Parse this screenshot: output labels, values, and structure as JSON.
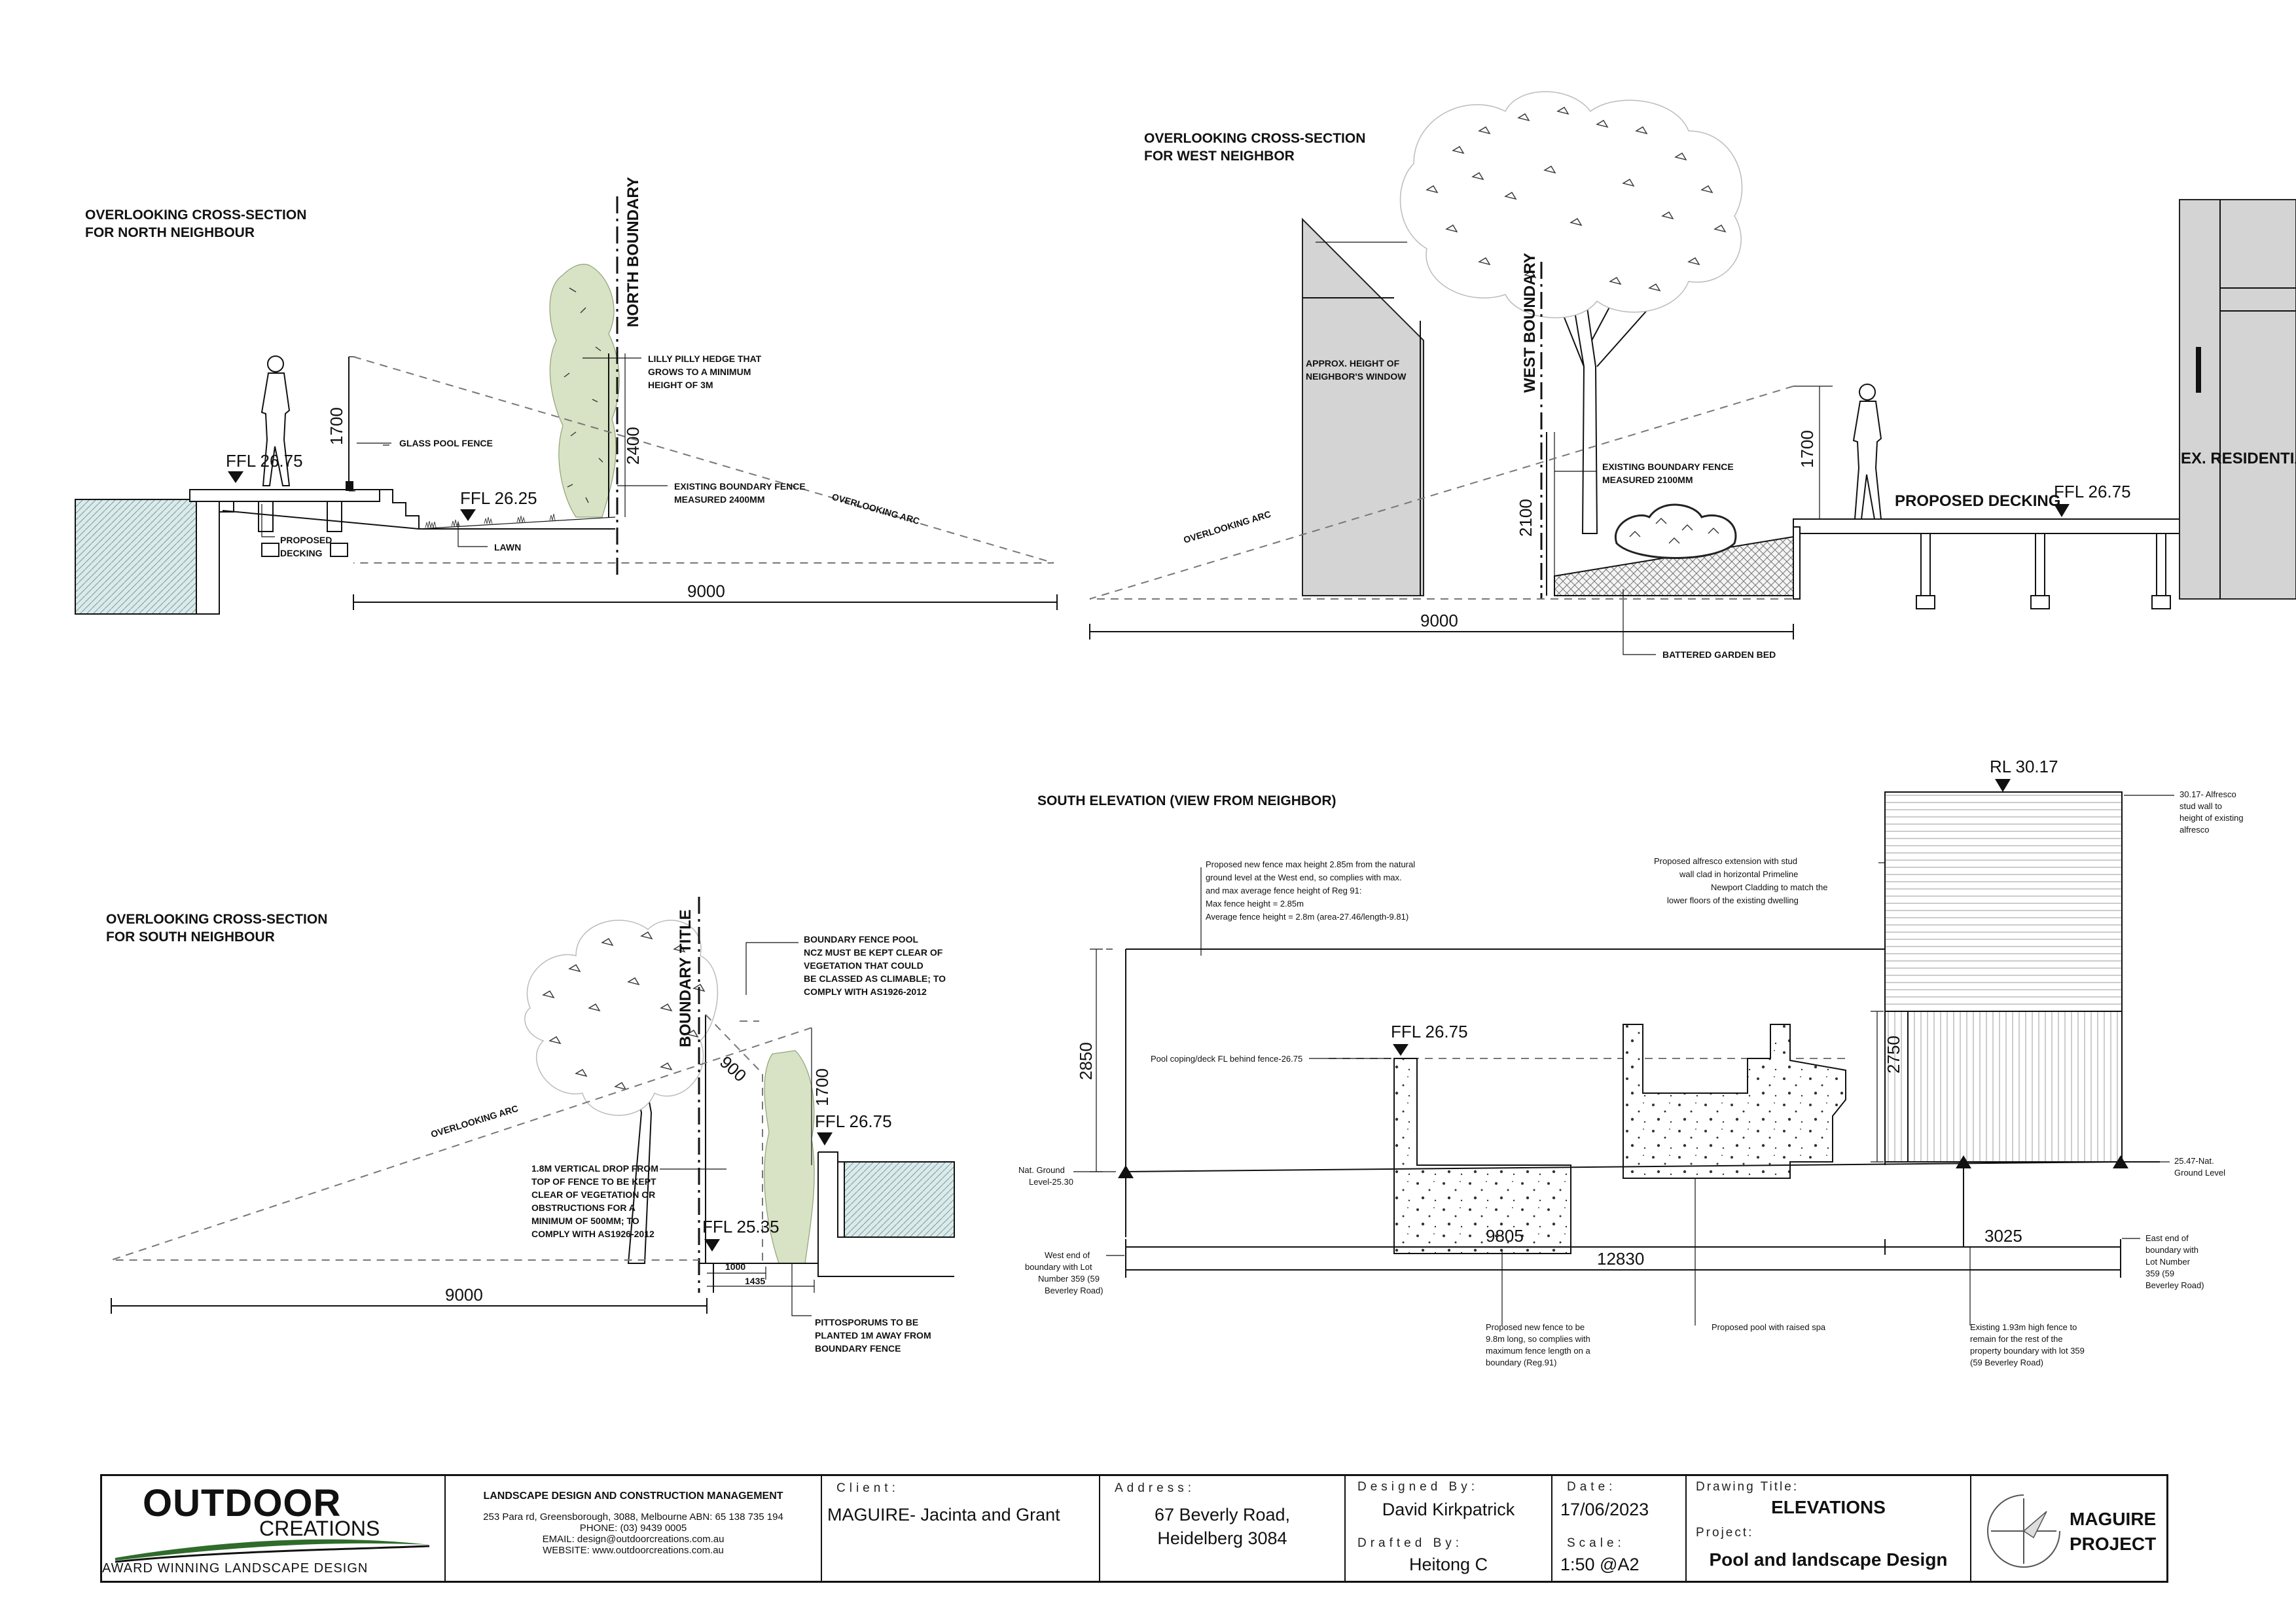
{
  "sections": {
    "north": {
      "title_line1": "OVERLOOKING CROSS-SECTION",
      "title_line2": "FOR NORTH NEIGHBOUR",
      "boundary_label": "NORTH BOUNDARY",
      "ffl_deck": "FFL 26.75",
      "ffl_lawn": "FFL 26.25",
      "dim_person": "1700",
      "dim_fence": "2400",
      "dim_total": "9000",
      "note_hedge": [
        "LILLY PILLY HEDGE THAT",
        "GROWS TO A MINIMUM",
        "HEIGHT OF 3M"
      ],
      "note_glass": "GLASS POOL FENCE",
      "note_fence": [
        "EXISTING BOUNDARY FENCE",
        "MEASURED 2400MM"
      ],
      "note_decking": [
        "PROPOSED",
        "DECKING"
      ],
      "note_lawn": "LAWN",
      "arc_label": "OVERLOOKING ARC"
    },
    "west": {
      "title_line1": "OVERLOOKING CROSS-SECTION",
      "title_line2": "FOR WEST NEIGHBOR",
      "boundary_label": "WEST BOUNDARY",
      "window_note": [
        "APPROX. HEIGHT OF",
        "NEIGHBOR'S WINDOW"
      ],
      "fence_note": [
        "EXISTING BOUNDARY FENCE",
        "MEASURED 2100MM"
      ],
      "dim_fence": "2100",
      "dim_person": "1700",
      "decking_label": "PROPOSED DECKING",
      "ffl": "FFL 26.75",
      "residential_label": "EX. RESIDENTIAL",
      "arc_label": "OVERLOOKING ARC",
      "dim_total": "9000",
      "garden_note": "BATTERED GARDEN BED"
    },
    "south": {
      "title_line1": "OVERLOOKING CROSS-SECTION",
      "title_line2": "FOR SOUTH NEIGHBOUR",
      "boundary_label": "BOUNDARY TITLE",
      "ncz_note": [
        "BOUNDARY FENCE POOL",
        "NCZ MUST BE KEPT CLEAR OF",
        "VEGETATION THAT COULD",
        "BE CLASSED AS CLIMABLE; TO",
        "COMPLY WITH AS1926-2012"
      ],
      "dim_900": "900",
      "dim_1700": "1700",
      "ffl_pool": "FFL 26.75",
      "ffl_ground": "FFL 25.35",
      "arc_label": "OVERLOOKING ARC",
      "drop_note": [
        "1.8M VERTICAL DROP FROM",
        "TOP OF FENCE TO BE KEPT",
        "CLEAR OF VEGETATION OR",
        "OBSTRUCTIONS FOR A",
        "MINIMUM OF 500MM; TO",
        "COMPLY WITH AS1926-2012"
      ],
      "dim_1000": "1000",
      "dim_1435": "1435",
      "dim_total": "9000",
      "pitto_note": [
        "PITTOSPORUMS TO BE",
        "PLANTED 1M AWAY FROM",
        "BOUNDARY FENCE"
      ]
    },
    "elevation": {
      "title": "SOUTH ELEVATION (VIEW FROM NEIGHBOR)",
      "rl": "RL 30.17",
      "fence_note": [
        "Proposed new fence max height 2.85m from the natural",
        "ground level at the West end, so complies with max.",
        "and max average fence height of Reg 91:",
        "Max fence height = 2.85m",
        "Average fence height = 2.8m (area-27.46/length-9.81)"
      ],
      "alfresco_note": [
        "Proposed alfresco extension with stud",
        "wall clad in horizontal Primeline",
        "Newport Cladding to match the",
        "lower floors of the existing dwelling"
      ],
      "stud_note": [
        "30.17- Alfresco",
        "stud wall to",
        "height of existing",
        "alfresco"
      ],
      "dim_2850": "2850",
      "dim_2750": "2750",
      "ffl": "FFL 26.75",
      "coping_note": "Pool coping/deck FL behind fence-26.75",
      "nat_left": [
        "Nat. Ground",
        "Level-25.30"
      ],
      "nat_right": [
        "25.47-Nat.",
        "Ground Level"
      ],
      "dim_9805": "9805",
      "dim_3025": "3025",
      "dim_12830": "12830",
      "west_end": [
        "West end of",
        "boundary with Lot",
        "Number 359 (59",
        "Beverley Road)"
      ],
      "east_end": [
        "East end of",
        "boundary with",
        "Lot Number",
        "359 (59",
        "Beverley Road)"
      ],
      "new_fence_note": [
        "Proposed new fence to be",
        "9.8m long, so complies with",
        "maximum fence length on a",
        "boundary (Reg.91)"
      ],
      "pool_note": "Proposed pool with raised spa",
      "existing_fence_note": [
        "Existing 1.93m high fence to",
        "remain for the rest of the",
        "property boundary with lot 359",
        "(59 Beverley Road)"
      ]
    }
  },
  "title_block": {
    "logo_main": "OUTDOOR",
    "logo_sub": "CREATIONS",
    "logo_tagline": "AWARD WINNING LANDSCAPE DESIGN",
    "company_heading": "LANDSCAPE DESIGN AND CONSTRUCTION MANAGEMENT",
    "company_address": "253 Para rd, Greensborough, 3088, Melbourne ABN: 65 138 735 194",
    "company_phone": "PHONE: (03) 9439 0005",
    "company_email": "EMAIL: design@outdoorcreations.com.au",
    "company_website": "WEBSITE: www.outdoorcreations.com.au",
    "client_caption": "Client:",
    "client_value": "MAGUIRE- Jacinta and Grant",
    "address_caption": "Address:",
    "address_line1": "67 Beverly Road,",
    "address_line2": "Heidelberg 3084",
    "designed_caption": "Designed By:",
    "designed_value": "David Kirkpatrick",
    "drafted_caption": "Drafted By:",
    "drafted_value": "Heitong C",
    "date_caption": "Date:",
    "date_value": "17/06/2023",
    "scale_caption": "Scale:",
    "scale_value": "1:50 @A2",
    "drawing_title_caption": "Drawing Title:",
    "drawing_title_value": "ELEVATIONS",
    "project_caption": "Project:",
    "project_value": "Pool and landscape Design",
    "project_name_line1": "MAGUIRE",
    "project_name_line2": "PROJECT"
  }
}
